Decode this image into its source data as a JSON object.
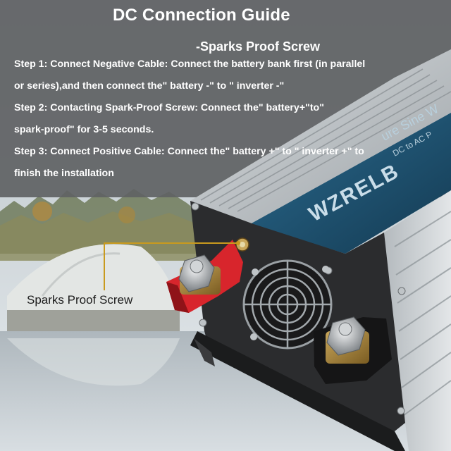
{
  "guide": {
    "title": "DC Connection Guide",
    "subtitle": "-Sparks Proof Screw",
    "steps": [
      {
        "line1": "Step 1: Connect Negative Cable: Connect the battery bank first (in parallel",
        "line2": "or series),and then connect the\" battery -\" to \" inverter -\""
      },
      {
        "line1": "Step 2: Contacting Spark-Proof Screw: Connect the\" battery+\"to\"",
        "line2": "spark-proof\" for 3-5 seconds."
      },
      {
        "line1": "Step 3: Connect Positive Cable: Connect the\" battery +\" to \" inverter +\" to",
        "line2": "finish the installation"
      }
    ]
  },
  "callout": {
    "label": "Sparks Proof Screw"
  },
  "product": {
    "brand": "WZRELB",
    "panel_text_1": "ure Sine W",
    "panel_text_2": "DC to AC P"
  },
  "colors": {
    "overlay": "#5f6264",
    "housing": "#c9cdd0",
    "panel": "#1f4e6b",
    "face": "#2b2c2e",
    "terminal_red": "#d8252c",
    "callout_line": "#c99a1e"
  },
  "icons": [
    "screw-icon",
    "fan-grill-icon",
    "negative-terminal-icon",
    "positive-terminal-icon"
  ]
}
